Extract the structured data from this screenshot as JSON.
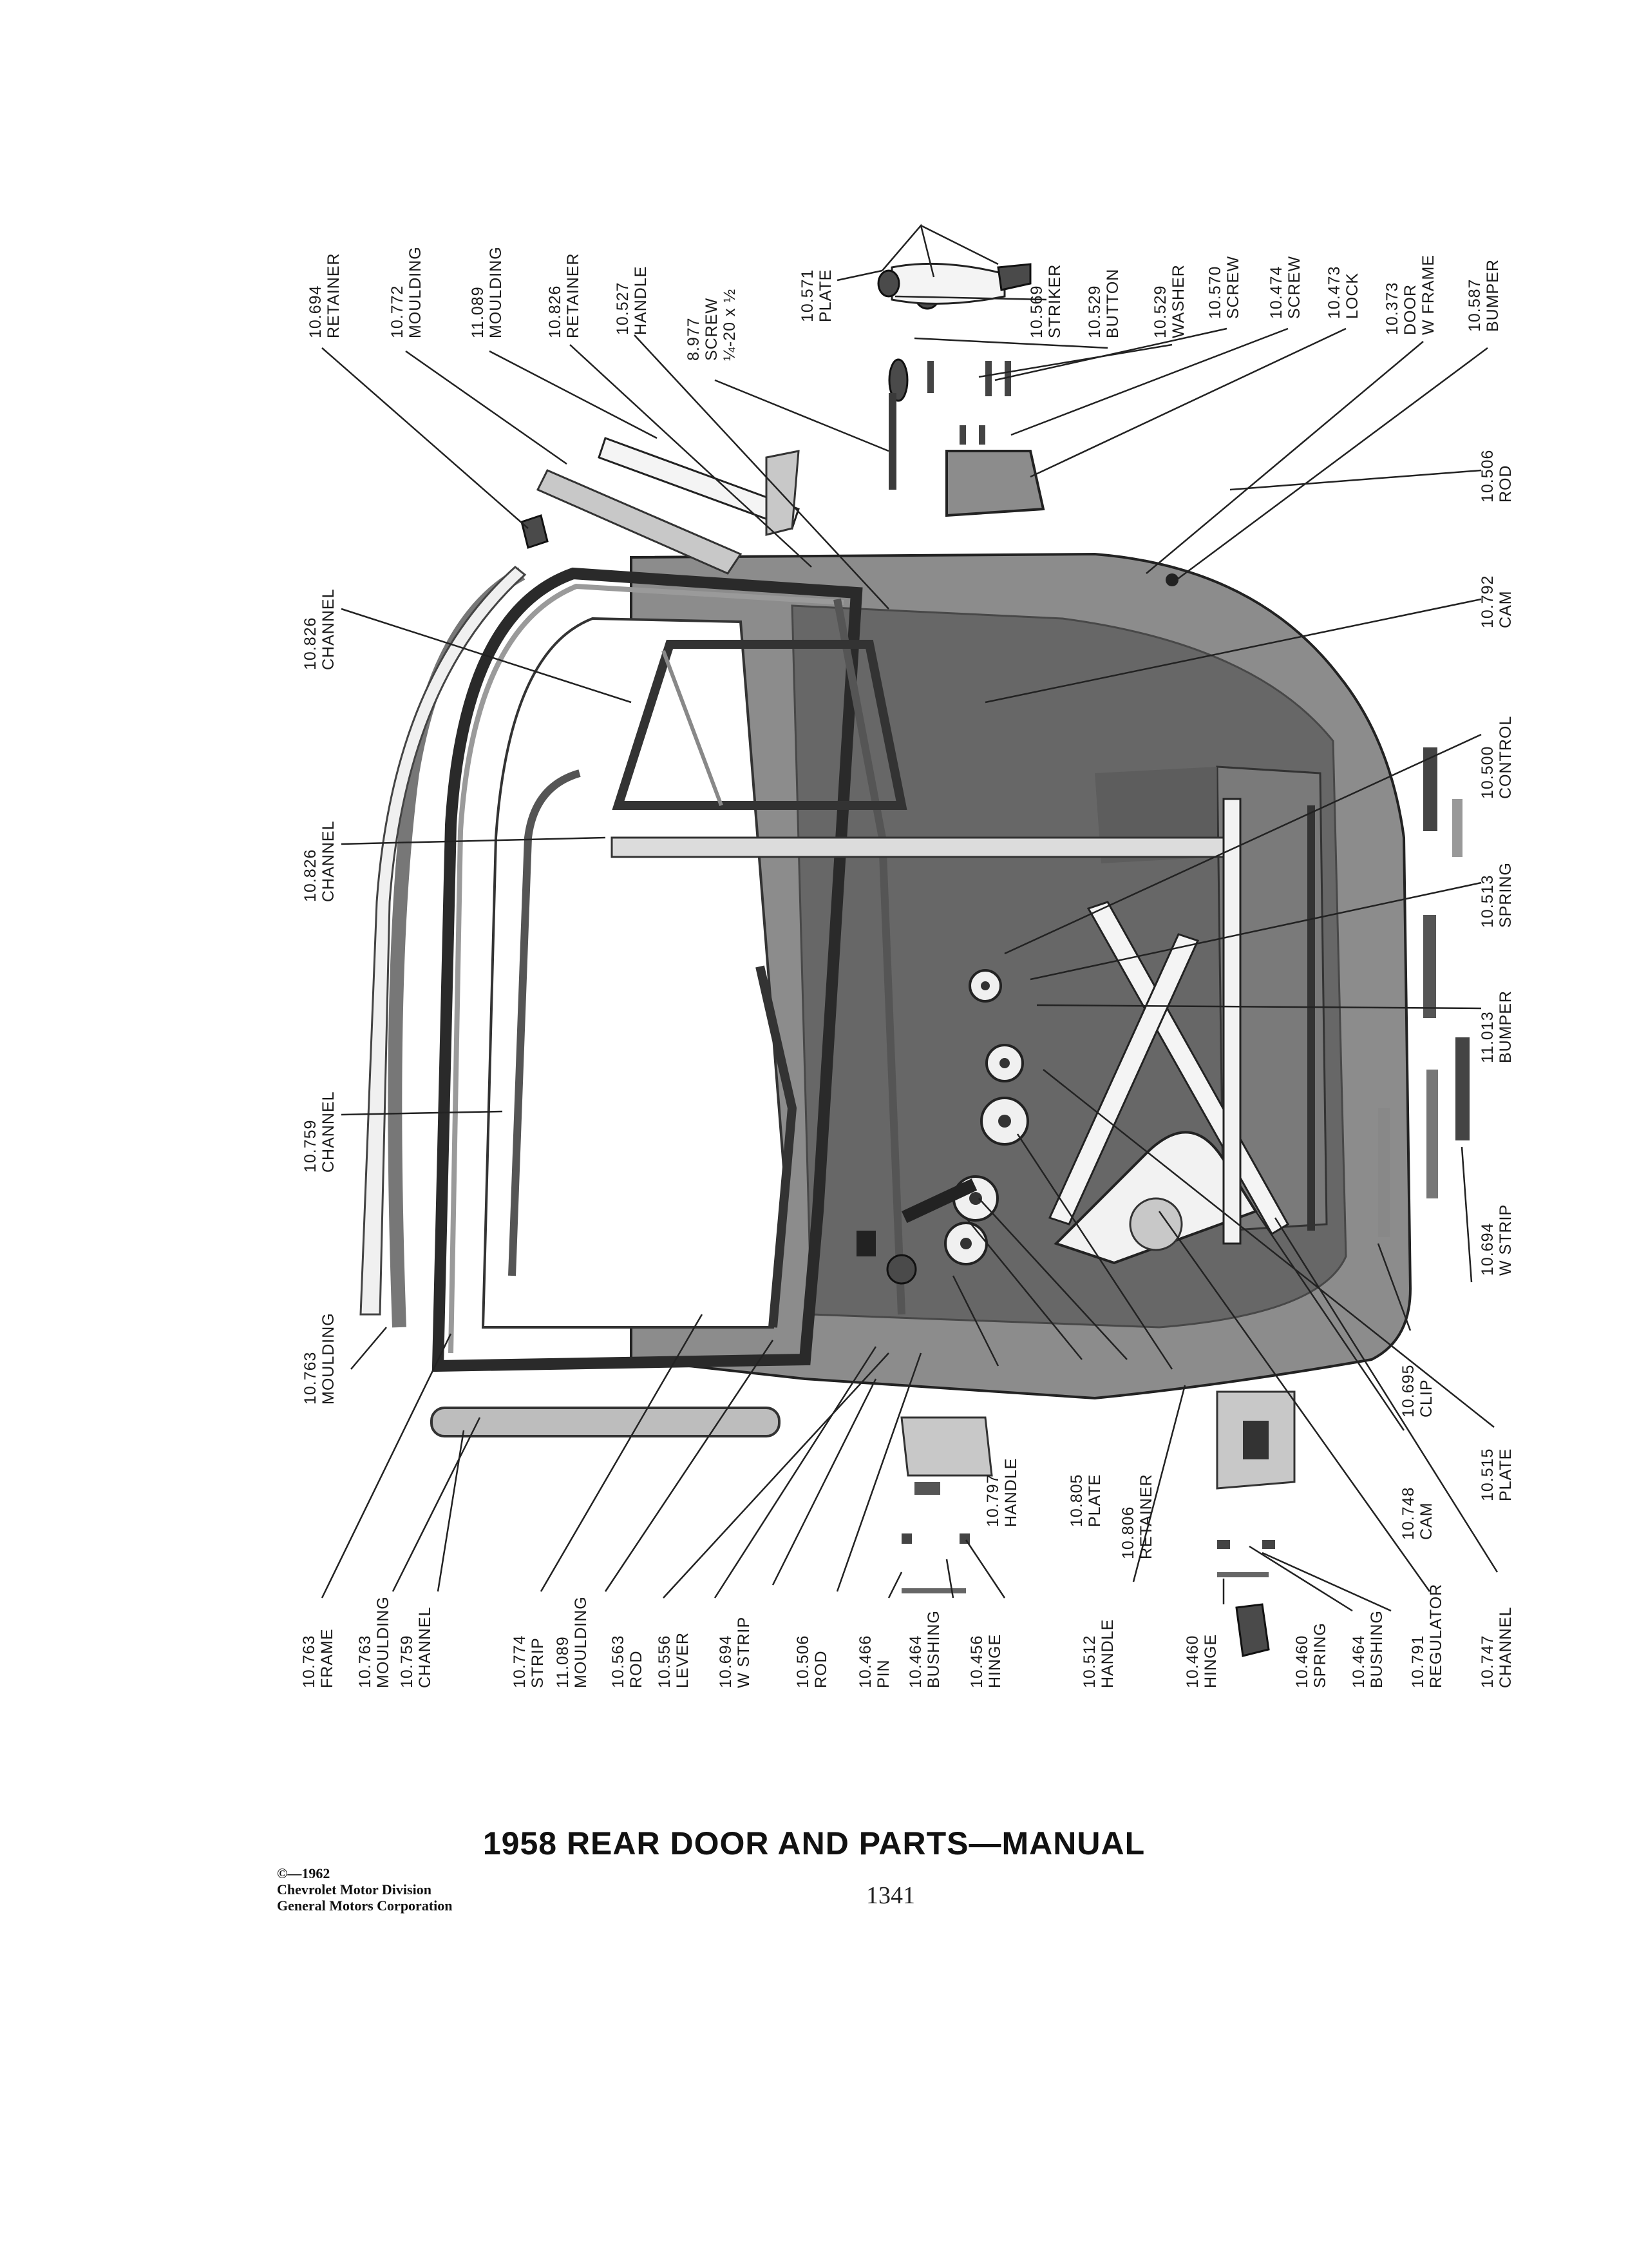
{
  "title": "1958 REAR DOOR AND PARTS—MANUAL",
  "page_number": "1341",
  "copyright": {
    "line1": "©—1962",
    "line2": "Chevrolet Motor Division",
    "line3": "General Motors Corporation"
  },
  "labels_top": [
    {
      "number": "10.694",
      "name": "RETAINER"
    },
    {
      "number": "10.772",
      "name": "MOULDING"
    },
    {
      "number": "11.089",
      "name": "MOULDING"
    },
    {
      "number": "10.826",
      "name": "RETAINER"
    },
    {
      "number": "10.527",
      "name": "HANDLE"
    },
    {
      "number": "8.977",
      "name": "SCREW",
      "extra": "¼-20 x ½"
    },
    {
      "number": "10.571",
      "name": "PLATE"
    },
    {
      "number": "10.569",
      "name": "STRIKER"
    },
    {
      "number": "10.529",
      "name": "BUTTON"
    },
    {
      "number": "10.529",
      "name": "WASHER"
    },
    {
      "number": "10.570",
      "name": "SCREW"
    },
    {
      "number": "10.474",
      "name": "SCREW"
    },
    {
      "number": "10.473",
      "name": "LOCK"
    },
    {
      "number": "10.373",
      "name": "DOOR",
      "extra": "W FRAME"
    },
    {
      "number": "10.587",
      "name": "BUMPER"
    }
  ],
  "labels_left": [
    {
      "number": "10.826",
      "name": "CHANNEL"
    },
    {
      "number": "10.826",
      "name": "CHANNEL"
    },
    {
      "number": "10.759",
      "name": "CHANNEL"
    },
    {
      "number": "10.763",
      "name": "MOULDING"
    }
  ],
  "labels_right": [
    {
      "number": "10.506",
      "name": "ROD"
    },
    {
      "number": "10.792",
      "name": "CAM"
    },
    {
      "number": "10.500",
      "name": "CONTROL"
    },
    {
      "number": "10.513",
      "name": "SPRING"
    },
    {
      "number": "11.013",
      "name": "BUMPER"
    },
    {
      "number": "10.694",
      "name": "W STRIP"
    },
    {
      "number": "10.695",
      "name": "CLIP"
    }
  ],
  "labels_middle": [
    {
      "number": "10.515",
      "name": "PLATE"
    },
    {
      "number": "10.748",
      "name": "CAM"
    },
    {
      "number": "10.797",
      "name": "HANDLE"
    },
    {
      "number": "10.805",
      "name": "PLATE"
    },
    {
      "number": "10.806",
      "name": "RETAINER"
    }
  ],
  "labels_bottom": [
    {
      "number": "10.763",
      "name": "FRAME"
    },
    {
      "number": "10.763",
      "name": "MOULDING"
    },
    {
      "number": "10.759",
      "name": "CHANNEL"
    },
    {
      "number": "10.774",
      "name": "STRIP"
    },
    {
      "number": "11.089",
      "name": "MOULDING"
    },
    {
      "number": "10.563",
      "name": "ROD"
    },
    {
      "number": "10.556",
      "name": "LEVER"
    },
    {
      "number": "10.694",
      "name": "W STRIP"
    },
    {
      "number": "10.506",
      "name": "ROD"
    },
    {
      "number": "10.466",
      "name": "PIN"
    },
    {
      "number": "10.464",
      "name": "BUSHING"
    },
    {
      "number": "10.456",
      "name": "HINGE"
    },
    {
      "number": "10.512",
      "name": "HANDLE"
    },
    {
      "number": "10.460",
      "name": "HINGE"
    },
    {
      "number": "10.460",
      "name": "SPRING"
    },
    {
      "number": "10.464",
      "name": "BUSHING"
    },
    {
      "number": "10.791",
      "name": "REGULATOR"
    },
    {
      "number": "10.747",
      "name": "CHANNEL"
    }
  ]
}
